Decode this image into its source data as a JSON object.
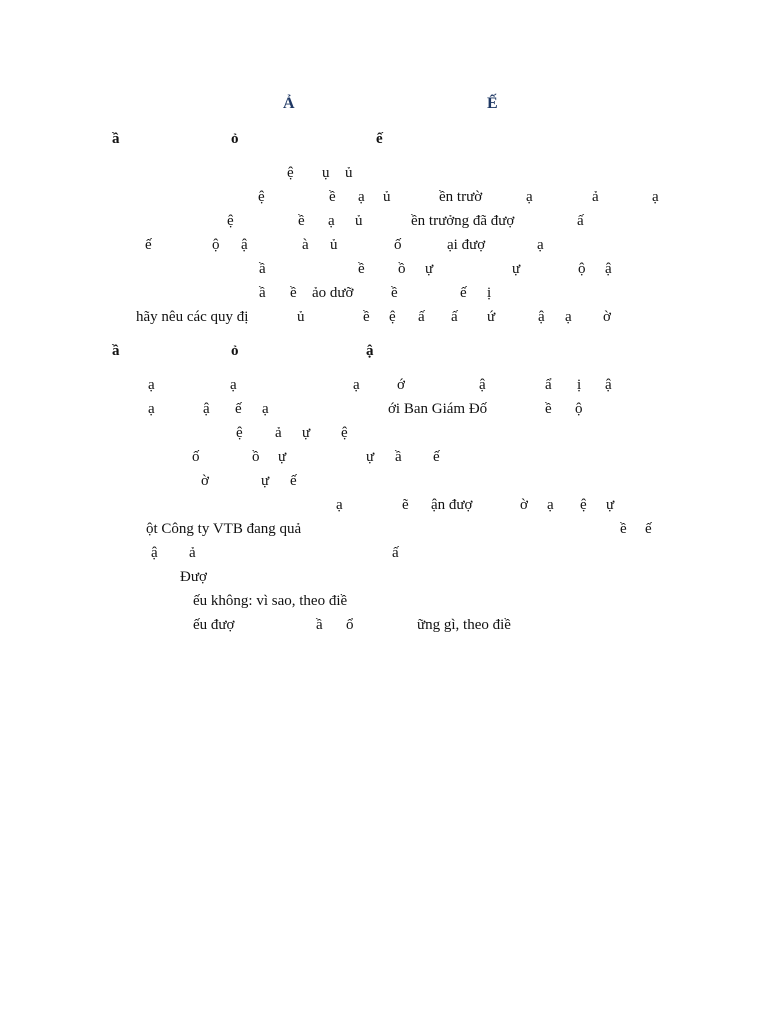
{
  "document": {
    "lines": [
      {
        "style": "heading",
        "frags": [
          "Ả",
          "Ế"
        ]
      },
      {
        "style": "bold",
        "frags": [
          "ầ",
          "ỏ",
          "ế"
        ]
      },
      {
        "style": "normal",
        "frags": [
          "ệ",
          "ụ",
          "ủ"
        ]
      },
      {
        "style": "normal",
        "frags": [
          "ệ",
          "ề",
          "ạ",
          "ủ",
          "ền trườ",
          "ạ",
          "ả",
          "ạ"
        ]
      },
      {
        "style": "normal",
        "frags": [
          "ệ",
          "ề",
          "ạ",
          "ủ",
          "ền trưởng đã đượ",
          "ấ"
        ]
      },
      {
        "style": "normal",
        "frags": [
          "ế",
          "ộ",
          "ậ",
          "à",
          "ủ",
          "ố",
          "ại đượ",
          "ạ"
        ]
      },
      {
        "style": "normal",
        "frags": [
          "ầ",
          "ề",
          "ồ",
          "ự",
          "ự",
          "ộ",
          "ậ"
        ]
      },
      {
        "style": "normal",
        "frags": [
          "ầ",
          "ề",
          "ảo dưỡ",
          "ề",
          "ế",
          "ị"
        ]
      },
      {
        "style": "normal",
        "frags": [
          "hãy nêu các quy đị",
          "ủ",
          "ề",
          "ệ",
          "ấ",
          "ấ",
          "ứ",
          "ậ",
          "ạ",
          "ờ"
        ]
      },
      {
        "style": "bold",
        "frags": [
          "ầ",
          "ỏ",
          "ậ"
        ]
      },
      {
        "style": "normal",
        "frags": [
          "ạ",
          "ạ",
          "ạ",
          "ớ",
          "ậ",
          "ẩ",
          "ị",
          "ậ"
        ]
      },
      {
        "style": "normal",
        "frags": [
          "ạ",
          "ậ",
          "ế",
          "ạ",
          "ới Ban Giám Đố",
          "ề",
          "ộ"
        ]
      },
      {
        "style": "normal",
        "frags": [
          "ệ",
          "ả",
          "ự",
          "ệ"
        ]
      },
      {
        "style": "normal",
        "frags": [
          "ố",
          "ồ",
          "ự",
          "ự",
          "ầ",
          "ế"
        ]
      },
      {
        "style": "normal",
        "frags": [
          "ờ",
          "ự",
          "ế"
        ]
      },
      {
        "style": "normal",
        "frags": [
          "ạ",
          "ẽ",
          "ận đượ",
          "ờ",
          "ạ",
          "ệ",
          "ự"
        ]
      },
      {
        "style": "normal",
        "frags": [
          "ột Công ty VTB đang quả",
          "ề",
          "ế"
        ]
      },
      {
        "style": "normal",
        "frags": [
          "ậ",
          "ả",
          "ấ"
        ]
      },
      {
        "style": "normal",
        "frags": [
          "Đượ"
        ]
      },
      {
        "style": "normal",
        "frags": [
          "ếu không: vì sao, theo điề"
        ]
      },
      {
        "style": "normal",
        "frags": [
          "ếu đượ",
          "ầ",
          "ổ",
          "ững gì, theo điề"
        ]
      }
    ]
  }
}
